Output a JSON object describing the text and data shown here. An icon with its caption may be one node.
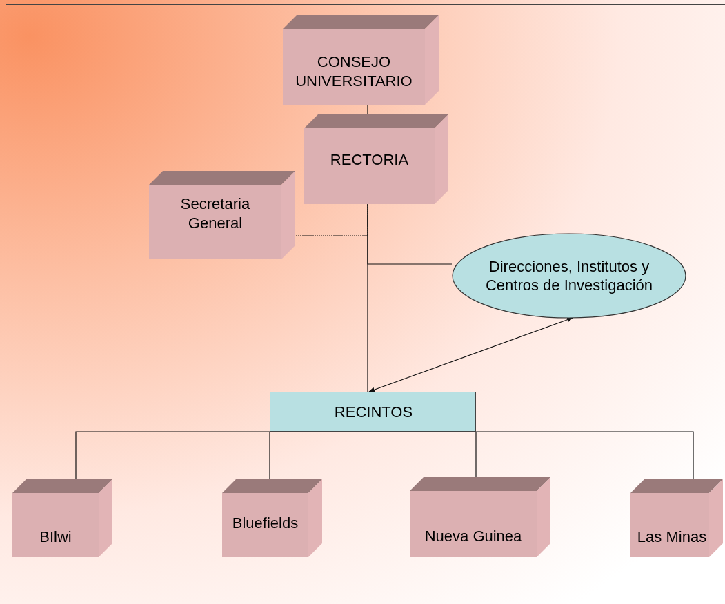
{
  "diagram": {
    "nodes": [
      {
        "text": [
          "CONSEJO UNIVERSITARIO"
        ]
      },
      {
        "text": [
          "RECTORIA"
        ]
      },
      {
        "text": [
          "Secretaria General"
        ]
      },
      {
        "text": [
          "Direcciones, Institutos y Centros de Investigación"
        ]
      },
      {
        "text": [
          "RECINTOS"
        ]
      },
      {
        "text": [
          "BIlwi"
        ]
      },
      {
        "text": [
          "Bluefields"
        ]
      },
      {
        "text": [
          "Nueva Guinea"
        ]
      },
      {
        "text": [
          "Las Minas"
        ]
      }
    ],
    "edges": [
      {
        "from": 0,
        "to": 1,
        "arrow": "none"
      },
      {
        "from": 1,
        "to": 4,
        "arrow": "none"
      },
      {
        "from": 2,
        "to": 1,
        "arrow": "none",
        "style": "dashed"
      },
      {
        "from": 3,
        "to": 1,
        "arrow": "none"
      },
      {
        "from": 4,
        "to": 3,
        "arrow": "both"
      },
      {
        "from": 4,
        "to": 5,
        "arrow": "none"
      },
      {
        "from": 4,
        "to": 6,
        "arrow": "none"
      },
      {
        "from": 4,
        "to": 7,
        "arrow": "none"
      },
      {
        "from": 4,
        "to": 8,
        "arrow": "none"
      }
    ]
  }
}
